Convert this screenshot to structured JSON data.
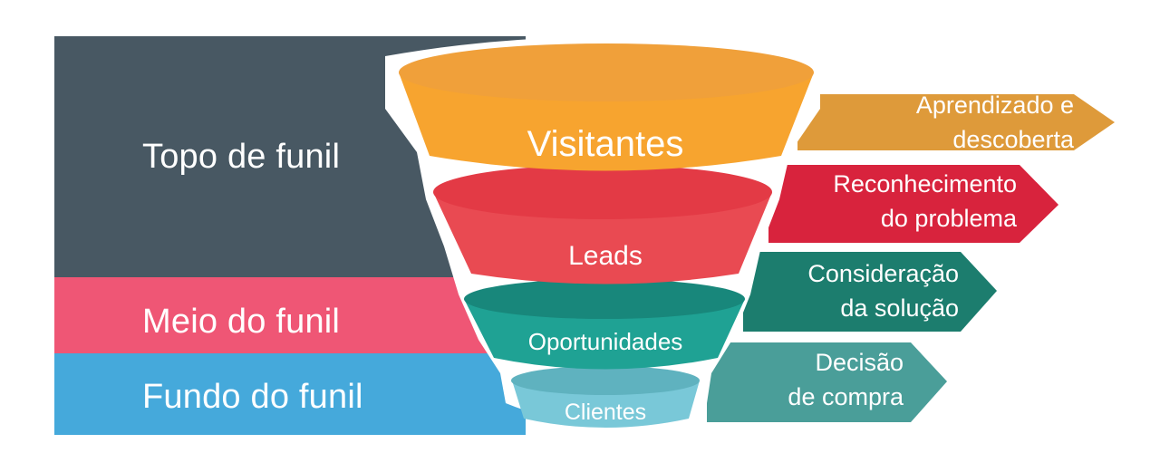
{
  "stages": [
    {
      "name": "Visitantes",
      "color": "#F7A42F",
      "rim_color": "#F0A03A",
      "inner_color": "#F0A03A"
    },
    {
      "name": "Leads",
      "color": "#E94A52",
      "rim_color": "#EE4F58",
      "inner_color": "#E33A45"
    },
    {
      "name": "Oportunidades",
      "color": "#1FA294",
      "rim_color": "#1FA294",
      "inner_color": "#18877B"
    },
    {
      "name": "Clientes",
      "color": "#79C8D8",
      "rim_color": "#8FD2DE",
      "inner_color": "#5FB2BF"
    }
  ],
  "funnel_sections": [
    {
      "label": "Topo de funil",
      "color": "#485863"
    },
    {
      "label": "Meio do funil",
      "color": "#EF5675"
    },
    {
      "label": "Fundo do funil",
      "color": "#45A9DB"
    }
  ],
  "buyer_journey": [
    {
      "lines": [
        "Aprendizado e",
        "descoberta"
      ],
      "color": "#DE9A3A"
    },
    {
      "lines": [
        "Reconhecimento",
        "do problema"
      ],
      "color": "#D8233D"
    },
    {
      "lines": [
        "Consideração",
        "da solução"
      ],
      "color": "#1C7D6E"
    },
    {
      "lines": [
        "Decisão",
        "de compra"
      ],
      "color": "#4A9E99"
    }
  ]
}
